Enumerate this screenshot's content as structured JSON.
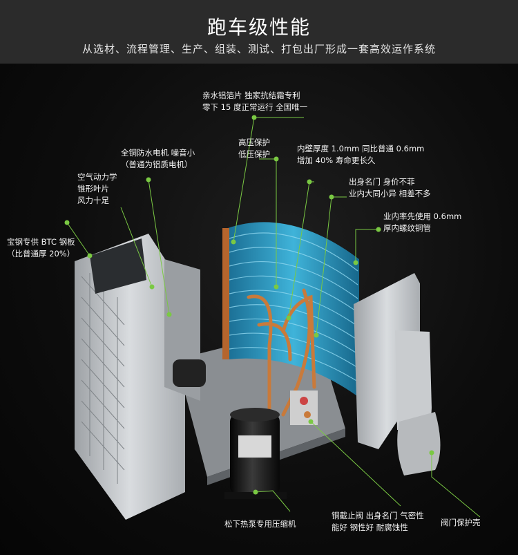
{
  "header": {
    "title": "跑车级性能",
    "subtitle": "从选材、流程管理、生产、组装、测试、打包出厂形成一套高效运作系统"
  },
  "callouts": {
    "foil": [
      "亲水铝箔片 独家抗结霜专利",
      "零下 15 度正常运行 全国唯一"
    ],
    "protect": [
      "高压保护",
      "低压保护"
    ],
    "wall": [
      "内壁厚度 1.0mm 同比普通 0.6mm",
      "增加 40% 寿命更长久"
    ],
    "brand": [
      "出身名门 身价不菲",
      "业内大同小异 相差不多"
    ],
    "pipe": [
      "业内率先使用 0.6mm",
      "厚内螺纹铜管"
    ],
    "motor": [
      "全铜防水电机 噪音小",
      "（普通为铝质电机）"
    ],
    "blade": [
      "空气动力学",
      "锥形叶片",
      "风力十足"
    ],
    "steel": [
      "宝钢专供 BTC 钢板",
      "（比普通厚 20%）"
    ],
    "compressor": [
      "松下热泵专用压缩机"
    ],
    "valve": [
      "铜截止阀 出身名门 气密性",
      "能好 钢性好 耐腐蚀性"
    ],
    "cover": [
      "阀门保护壳"
    ]
  },
  "colors": {
    "accent": "#7ac943",
    "coil": "#2f9fc7",
    "copper": "#c97a3a",
    "panel": "#c9cccf"
  }
}
